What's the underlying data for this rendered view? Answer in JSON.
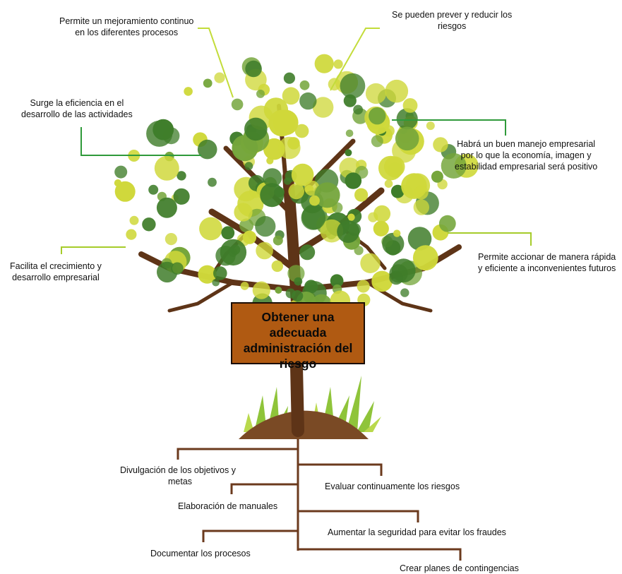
{
  "colors": {
    "leaf_dark": "#3f7d2a",
    "leaf_mid": "#74a53a",
    "leaf_light": "#cfd83a",
    "trunk": "#5e3417",
    "sign_fill": "#b05a12",
    "connector_green": "#a6cc2a",
    "connector_dark_green": "#2f9a3a",
    "root_line": "#6b3a1d"
  },
  "sign": {
    "line1": "Obtener una adecuada",
    "line2": "administración del",
    "line3": "riesgo"
  },
  "benefits": {
    "b1_line1": "Permite un mejoramiento continuo",
    "b1_line2": "en los diferentes procesos",
    "b2_line1": "Se pueden prever y reducir los",
    "b2_line2": "riesgos",
    "b3_line1": "Surge la eficiencia en el",
    "b3_line2": "desarrollo de las actividades",
    "b4_line1": "Habrá un buen manejo empresarial",
    "b4_line2": "por lo que la economía, imagen y",
    "b4_line3": "estabilidad empresarial será positivo",
    "b5_line1": "Facilita el crecimiento y",
    "b5_line2": "desarrollo empresarial",
    "b6_line1": "Permite accionar de manera rápida",
    "b6_line2": "y eficiente a inconvenientes futuros"
  },
  "actions": {
    "a1_line1": "Divulgación de los objetivos y",
    "a1_line2": "metas",
    "a2": "Evaluar continuamente los riesgos",
    "a3": "Elaboración de manuales",
    "a4": "Aumentar la seguridad para evitar los fraudes",
    "a5": "Documentar los procesos",
    "a6": "Crear planes de contingencias"
  }
}
